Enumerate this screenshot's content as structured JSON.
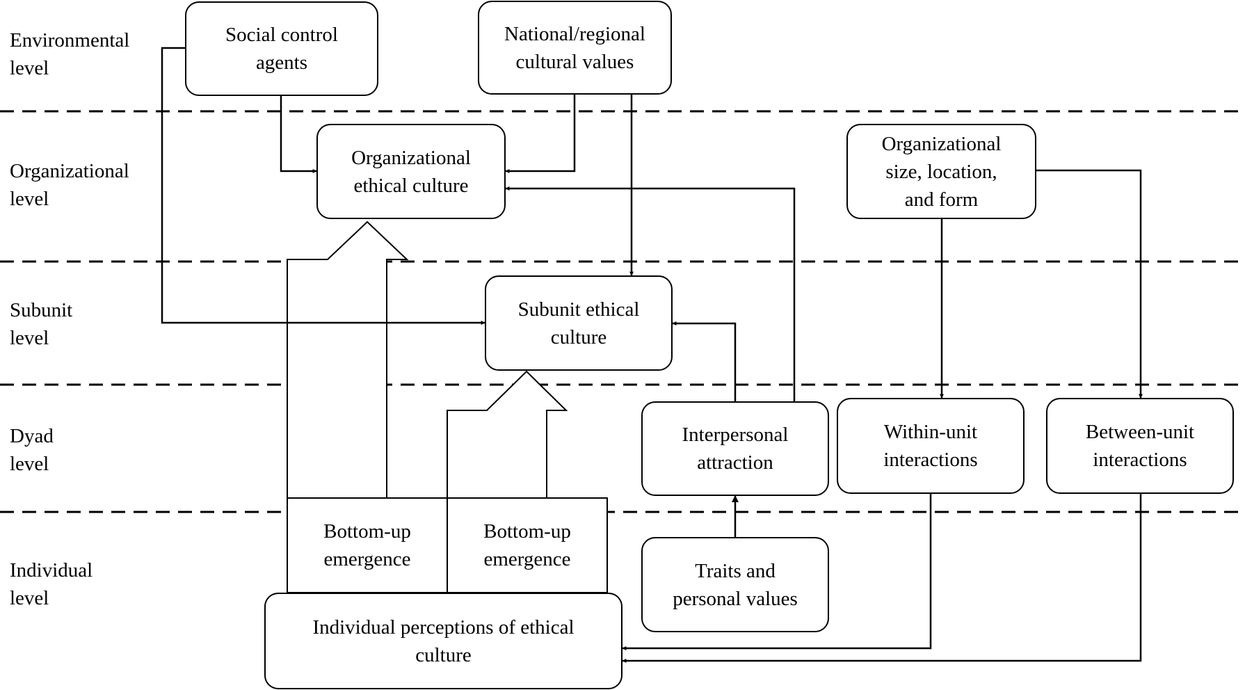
{
  "levels": {
    "environmental": "Environmental\nlevel",
    "organizational": "Organizational\nlevel",
    "subunit": "Subunit\nlevel",
    "dyad": "Dyad\nlevel",
    "individual": "Individual\nlevel"
  },
  "nodes": {
    "social_control_agents": "Social control\nagents",
    "national_regional_values": "National/regional\ncultural values",
    "organizational_ethical_culture": "Organizational\nethical culture",
    "organizational_size": "Organizational\nsize, location,\nand form",
    "subunit_ethical_culture": "Subunit ethical\nculture",
    "interpersonal_attraction": "Interpersonal\nattraction",
    "within_unit_interactions": "Within-unit\ninteractions",
    "between_unit_interactions": "Between-unit\ninteractions",
    "traits_personal_values": "Traits and\npersonal values",
    "individual_perceptions": "Individual perceptions of ethical\nculture"
  },
  "emergence": {
    "left": "Bottom-up\nemergence",
    "right": "Bottom-up\nemergence"
  }
}
